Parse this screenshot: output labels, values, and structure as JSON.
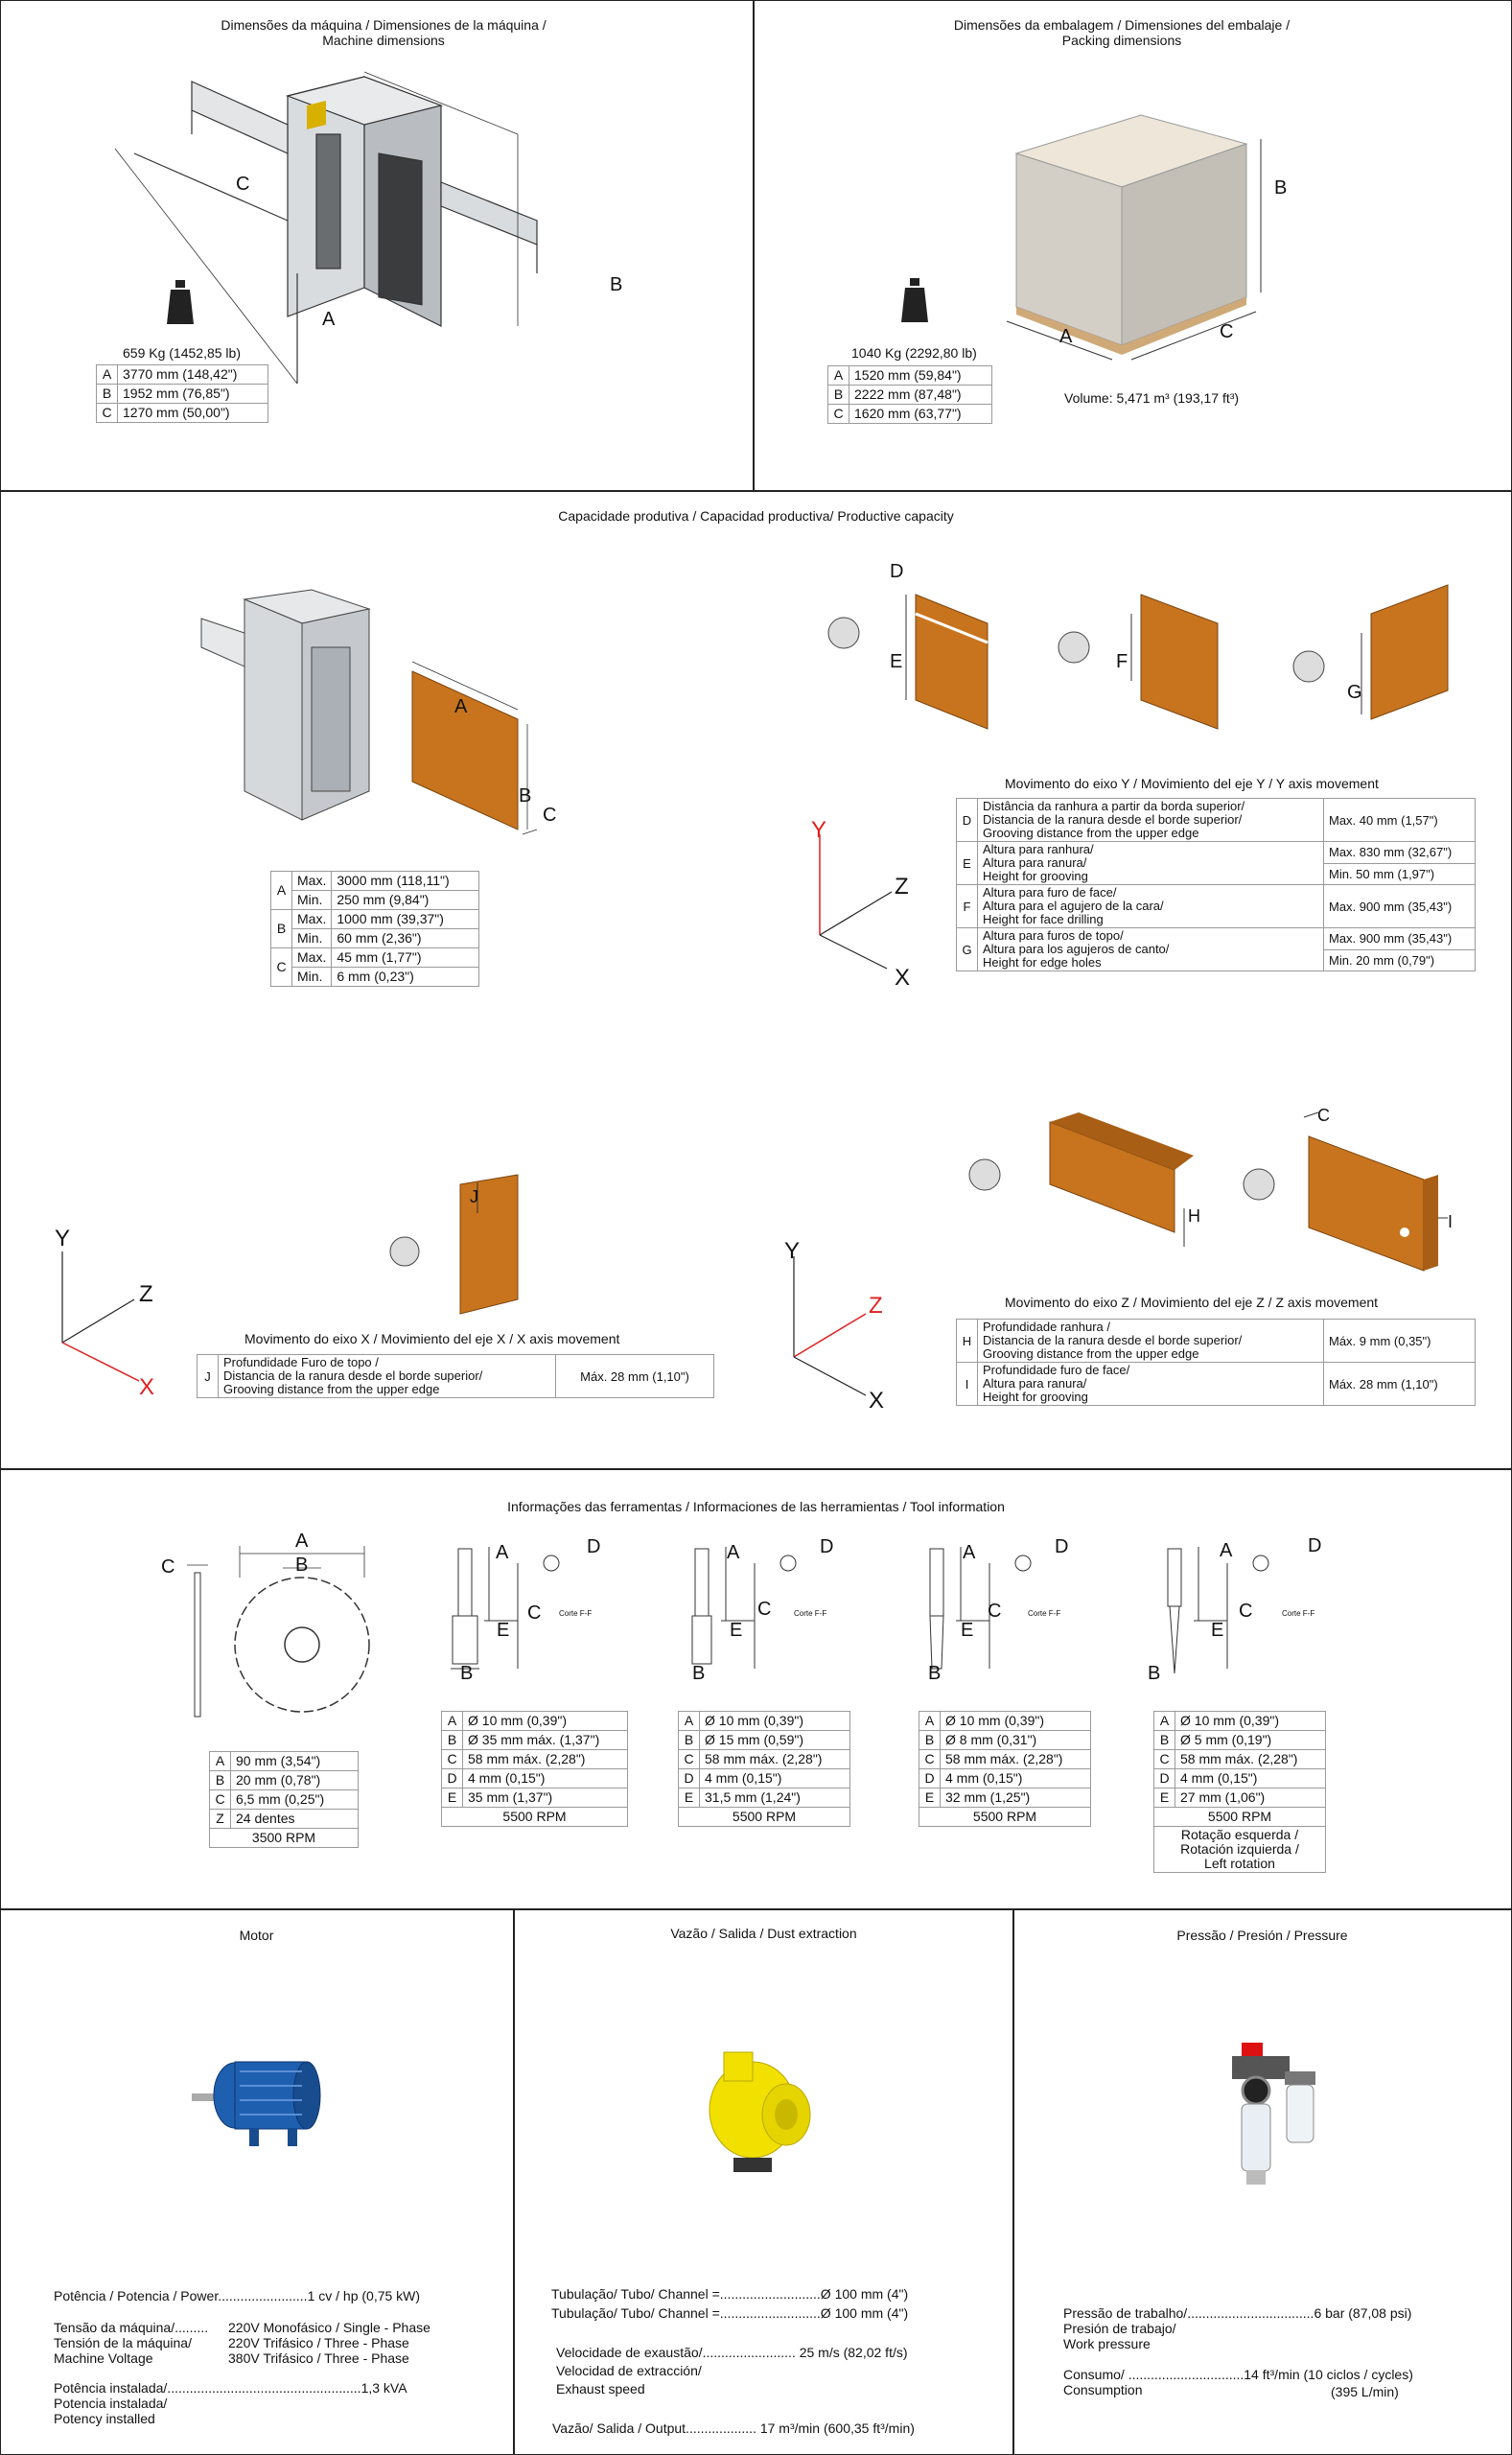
{
  "sec1": {
    "title_l1": "Dimensões da máquina / Dimensiones de la máquina /",
    "title_l2": "Machine dimensions",
    "weight": "659 Kg (1452,85 lb)",
    "rows": [
      {
        "k": "A",
        "v": "3770 mm (148,42\")"
      },
      {
        "k": "B",
        "v": "1952 mm (76,85\")"
      },
      {
        "k": "C",
        "v": "1270 mm (50,00\")"
      }
    ],
    "labels": {
      "a": "A",
      "b": "B",
      "c": "C"
    }
  },
  "sec2": {
    "title_l1": "Dimensões da embalagem / Dimensiones del embalaje /",
    "title_l2": "Packing dimensions",
    "weight": "1040 Kg (2292,80 lb)",
    "rows": [
      {
        "k": "A",
        "v": "1520 mm (59,84\")"
      },
      {
        "k": "B",
        "v": "2222 mm (87,48\")"
      },
      {
        "k": "C",
        "v": "1620 mm (63,77\")"
      }
    ],
    "volume": "Volume: 5,471 m³ (193,17 ft³)",
    "labels": {
      "a": "A",
      "b": "B",
      "c": "C"
    }
  },
  "sec3": {
    "title": "Capacidade produtiva / Capacidad productiva/ Productive capacity",
    "cap": {
      "a": "A",
      "max": "Max.",
      "min": "Min.",
      "a_max": "3000 mm (118,11\")",
      "a_min": "250 mm (9,84\")",
      "b": "B",
      "b_max": "1000 mm (39,37\")",
      "b_min": "60 mm (2,36\")",
      "c": "C",
      "c_max": "45 mm (1,77\")",
      "c_min": "6 mm (0,23\")"
    },
    "y": {
      "title": "Movimento do eixo Y / Movimiento del eje Y / Y axis movement",
      "rows": [
        {
          "k": "D",
          "t1": "Distância da ranhura a partir da borda superior/",
          "t2": "Distancia de la ranura desde el borde superior/",
          "t3": "Grooving distance from the upper edge",
          "v1": "Max. 40 mm (1,57\")",
          "v2": ""
        },
        {
          "k": "E",
          "t1": "Altura para ranhura/",
          "t2": "Altura para ranura/",
          "t3": "Height for grooving",
          "v1": "Max. 830 mm (32,67\")",
          "v2": "Min. 50 mm (1,97\")"
        },
        {
          "k": "F",
          "t1": "Altura para furo de face/",
          "t2": "Altura para el agujero de la cara/",
          "t3": "Height for face drilling",
          "v1": "Max. 900 mm (35,43\")",
          "v2": ""
        },
        {
          "k": "G",
          "t1": "Altura para furos de topo/",
          "t2": "Altura para los agujeros de canto/",
          "t3": "Height for edge holes",
          "v1": "Max. 900 mm (35,43\")",
          "v2": "Min. 20 mm (0,79\")"
        }
      ]
    },
    "x": {
      "title": "Movimento do eixo X / Movimiento del eje X / X axis movement",
      "k": "J",
      "t1": "Profundidade Furo de topo /",
      "t2": "Distancia de la ranura desde el borde superior/",
      "t3": "Grooving distance from the upper edge",
      "v": "Máx. 28 mm (1,10\")"
    },
    "z": {
      "title": "Movimento do eixo Z / Movimiento del eje Z / Z axis movement",
      "rows": [
        {
          "k": "H",
          "t1": "Profundidade ranhura /",
          "t2": "Distancia de la ranura desde el borde superior/",
          "t3": "Grooving distance from the upper edge",
          "v": "Máx. 9 mm (0,35\")"
        },
        {
          "k": "I",
          "t1": "Profundidade furo de face/",
          "t2": "Altura para ranura/",
          "t3": "Height for grooving",
          "v": "Máx. 28 mm (1,10\")"
        }
      ]
    },
    "axes": {
      "x": "X",
      "y": "Y",
      "z": "Z"
    },
    "letters": {
      "a": "A",
      "b": "B",
      "c": "C",
      "d": "D",
      "e": "E",
      "f": "F",
      "g": "G",
      "h": "H",
      "i": "I",
      "j": "J"
    }
  },
  "sec4": {
    "title": "Informações das ferramentas / Informaciones de las herramientas / Tool information",
    "cut": "Corte F-F",
    "ff": "F",
    "saw": {
      "rows": [
        {
          "k": "A",
          "v": "90 mm (3,54\")"
        },
        {
          "k": "B",
          "v": "20 mm (0,78\")"
        },
        {
          "k": "C",
          "v": "6,5 mm (0,25\")"
        },
        {
          "k": "Z",
          "v": "24 dentes"
        }
      ],
      "rpm": "3500 RPM"
    },
    "t1": {
      "rows": [
        {
          "k": "A",
          "v": "Ø 10 mm (0,39\")"
        },
        {
          "k": "B",
          "v": "Ø 35 mm máx. (1,37\")"
        },
        {
          "k": "C",
          "v": "58 mm máx. (2,28\")"
        },
        {
          "k": "D",
          "v": "4 mm (0,15\")"
        },
        {
          "k": "E",
          "v": "35 mm (1,37\")"
        }
      ],
      "rpm": "5500 RPM"
    },
    "t2": {
      "rows": [
        {
          "k": "A",
          "v": "Ø 10 mm (0,39\")"
        },
        {
          "k": "B",
          "v": "Ø 15 mm (0,59\")"
        },
        {
          "k": "C",
          "v": "58 mm máx. (2,28\")"
        },
        {
          "k": "D",
          "v": "4 mm (0,15\")"
        },
        {
          "k": "E",
          "v": "31,5 mm (1,24\")"
        }
      ],
      "rpm": "5500 RPM"
    },
    "t3": {
      "rows": [
        {
          "k": "A",
          "v": "Ø 10 mm (0,39\")"
        },
        {
          "k": "B",
          "v": "Ø 8 mm (0,31\")"
        },
        {
          "k": "C",
          "v": "58 mm máx. (2,28\")"
        },
        {
          "k": "D",
          "v": "4 mm (0,15\")"
        },
        {
          "k": "E",
          "v": "32 mm (1,25\")"
        }
      ],
      "rpm": "5500 RPM"
    },
    "t4": {
      "rows": [
        {
          "k": "A",
          "v": "Ø 10 mm (0,39\")"
        },
        {
          "k": "B",
          "v": "Ø 5 mm (0,19\")"
        },
        {
          "k": "C",
          "v": "58 mm máx. (2,28\")"
        },
        {
          "k": "D",
          "v": "4 mm (0,15\")"
        },
        {
          "k": "E",
          "v": "27 mm (1,06\")"
        }
      ],
      "rpm": "5500 RPM",
      "rot1": "Rotação esquerda /",
      "rot2": "Rotación izquierda /",
      "rot3": "Left rotation"
    }
  },
  "motor": {
    "title": "Motor",
    "p1": "Potência / Potencia / Power........................1 cv / hp (0,75 kW)",
    "t_a": "Tensão da máquina/.........",
    "t_b": "Tensión de la máquina/",
    "t_c": "Machine Voltage",
    "v1": "220V Monofásico / Single - Phase",
    "v2": "220V Trifásico / Three - Phase",
    "v3": "380V Trifásico / Three - Phase",
    "i1": "Potência instalada/....................................................1,3 kVA",
    "i2": "Potencia instalada/",
    "i3": "Potency installed"
  },
  "dust": {
    "title": "Vazão / Salida / Dust extraction",
    "c1": "Tubulação/ Tubo/ Channel =...........................Ø 100 mm (4\")",
    "c2": "Tubulação/ Tubo/ Channel =...........................Ø 100 mm (4\")",
    "s1": "Velocidade de exaustão/......................... 25 m/s (82,02 ft/s)",
    "s2": "Velocidad de extracción/",
    "s3": "Exhaust speed",
    "o1": "Vazão/ Salida / Output................... 17 m³/min (600,35 ft³/min)"
  },
  "press": {
    "title": "Pressão / Presión / Pressure",
    "w1": "Pressão de trabalho/..................................6 bar (87,08 psi)",
    "w2": "Presión de trabajo/",
    "w3": "Work pressure",
    "c1": "Consumo/ ...............................14 ft³/min (10 ciclos / cycles)",
    "c2": "Consumption",
    "c3": "(395 L/min)"
  },
  "colors": {
    "wood": "#c8741e",
    "wood_dark": "#a85e14",
    "red": "#e02020",
    "motor": "#1f5fb0",
    "pump": "#f2e000"
  }
}
